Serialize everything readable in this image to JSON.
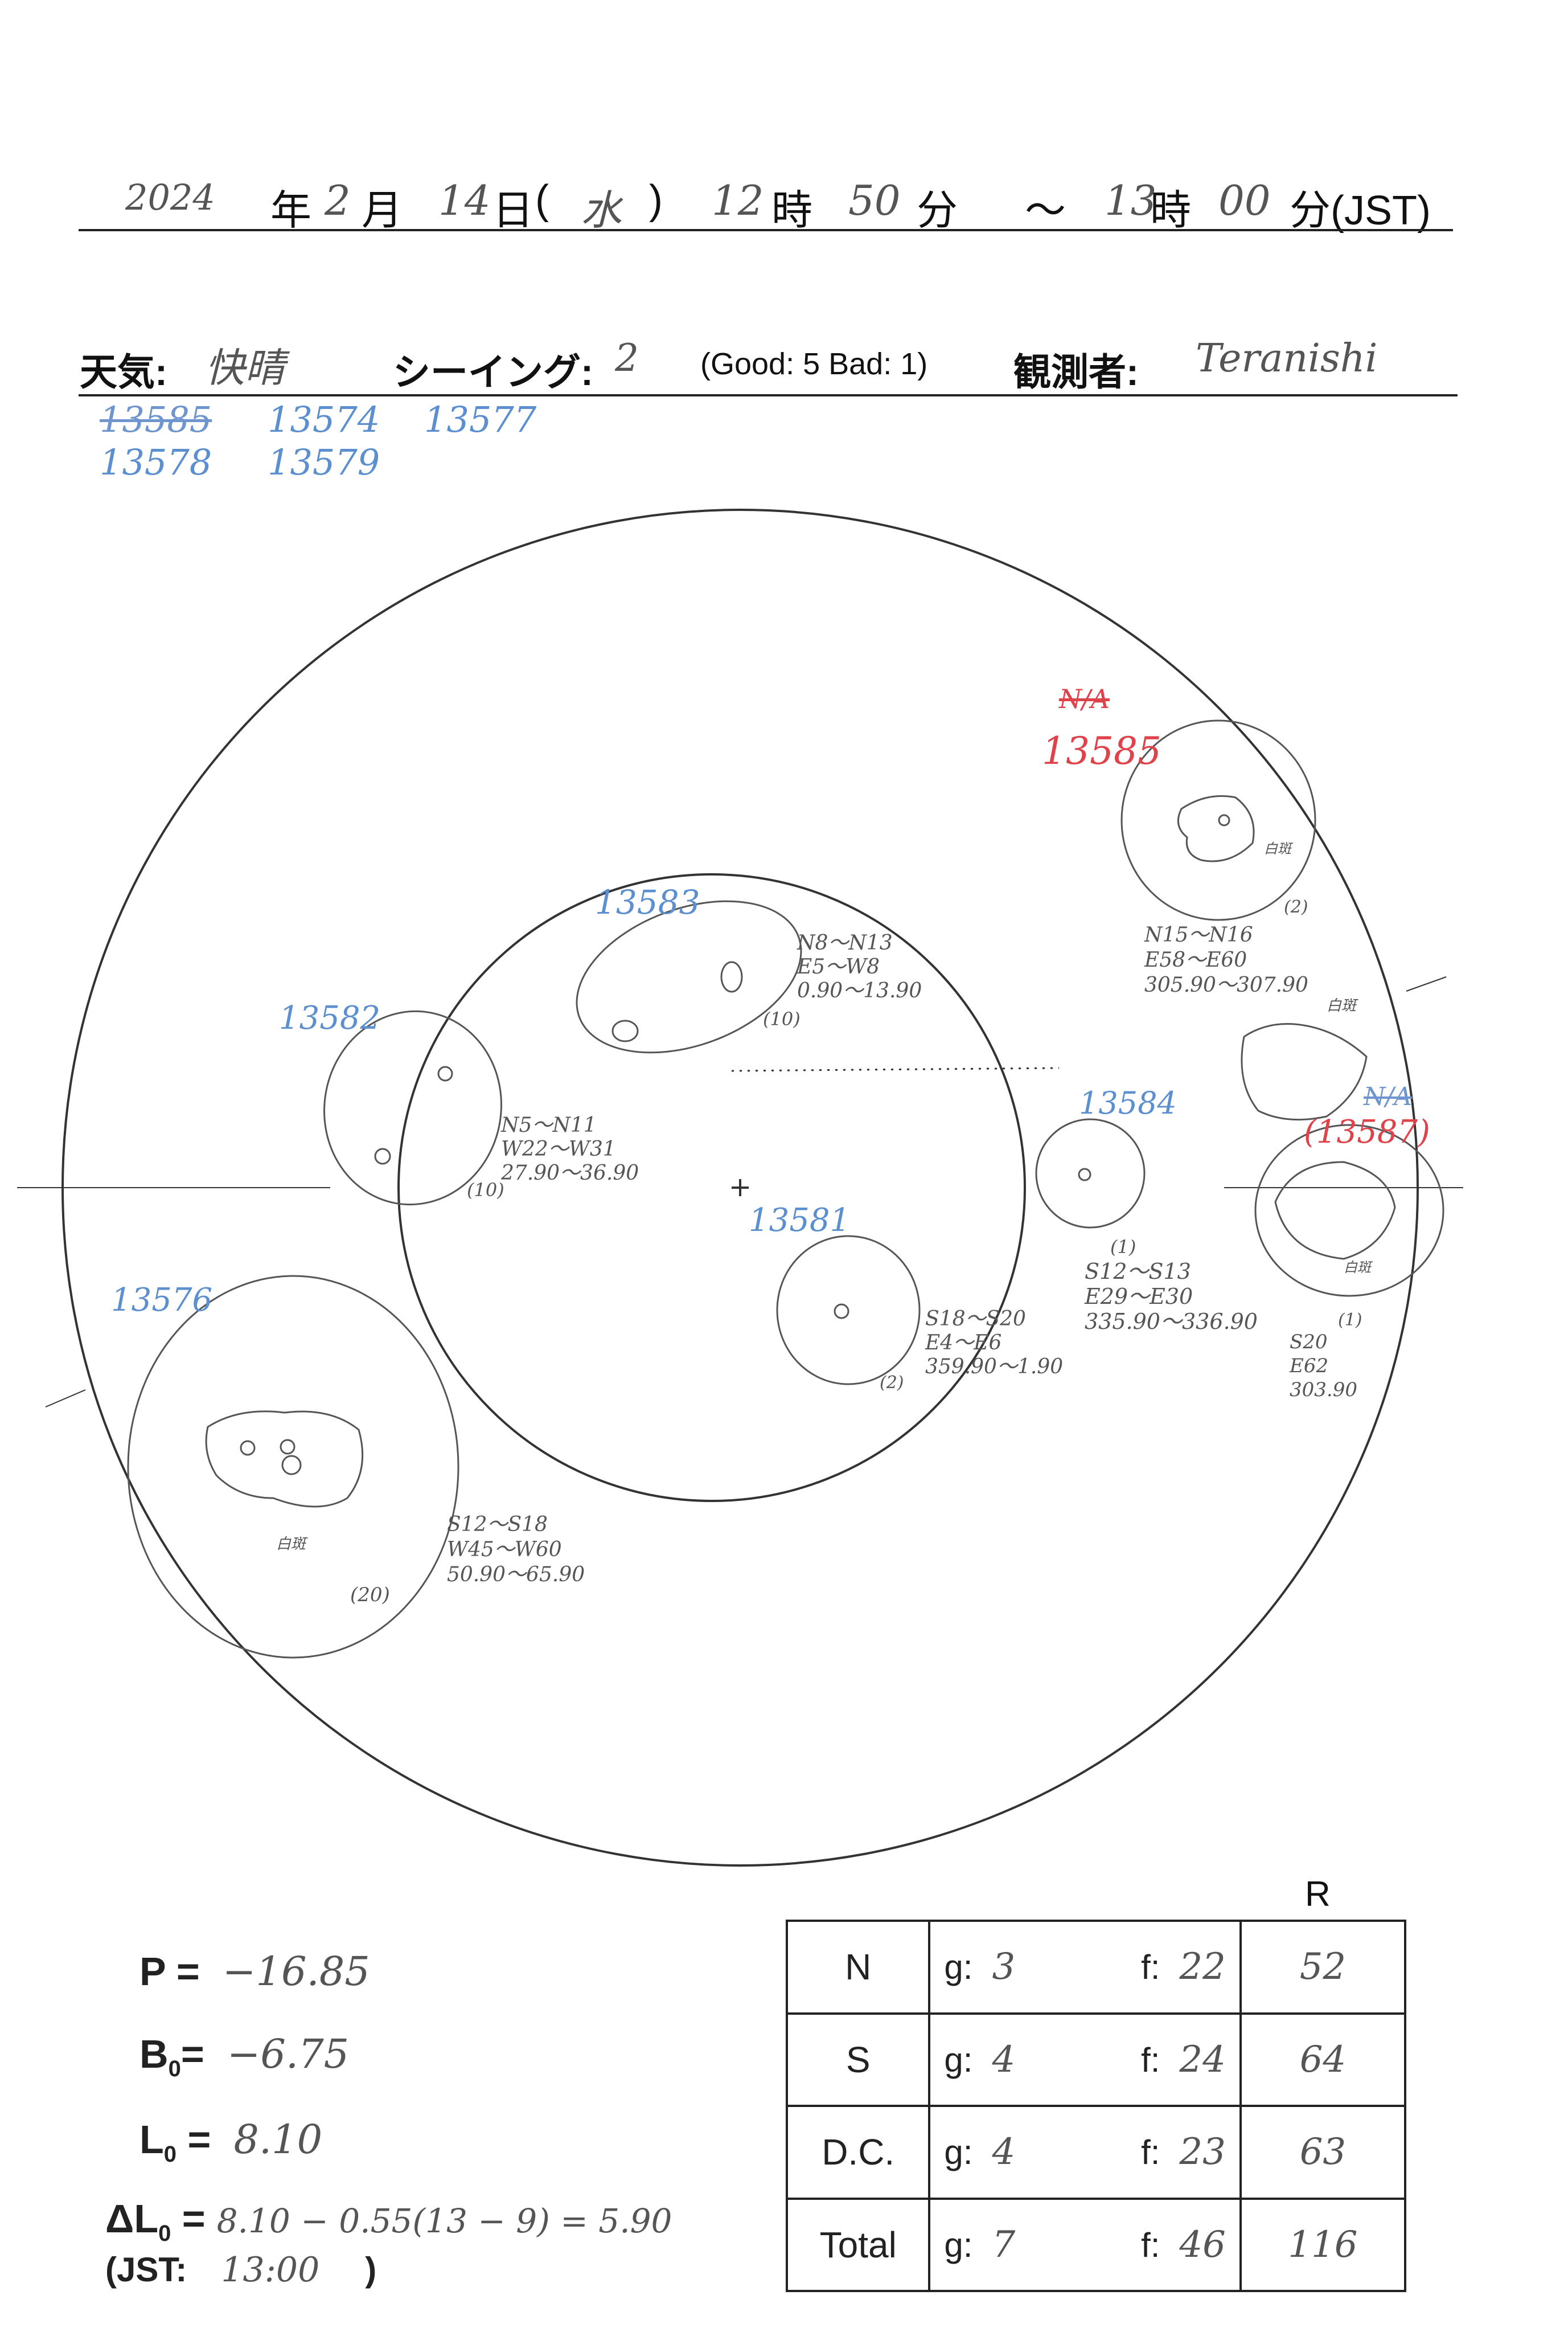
{
  "header": {
    "year": "2024",
    "year_label": "年",
    "month": "2",
    "month_label": "月",
    "day": "14",
    "day_label": "日",
    "weekday_open": "(",
    "weekday": "水",
    "weekday_close": ")",
    "start_hour": "12",
    "hour_label": "時",
    "start_min": "50",
    "min_label": "分",
    "tilde": "～",
    "end_hour": "13",
    "end_min": "00",
    "tz_label": "分(JST)"
  },
  "observation": {
    "weather_label": "天気:",
    "weather": "快晴",
    "seeing_label": "シーイング:",
    "seeing": "2",
    "seeing_scale": "(Good: 5  Bad: 1)",
    "observer_label": "観測者:",
    "observer": "Teranishi"
  },
  "regions_notes": {
    "struck": "13585",
    "row1": [
      "13574",
      "13577"
    ],
    "row2": [
      "13578",
      "13579"
    ]
  },
  "spots": [
    {
      "id": "13583",
      "coords": [
        "N8～N13",
        "E5～W8",
        "0.90～13.90"
      ],
      "count": "(10)"
    },
    {
      "id": "13582",
      "coords": [
        "N5～N11",
        "W22～W31",
        "27.90～36.90"
      ],
      "count": "(10)"
    },
    {
      "id": "13581",
      "coords": [
        "S18～S20",
        "E4～E6",
        "359.90～1.90"
      ],
      "count": "(2)"
    },
    {
      "id": "13584",
      "coords": [
        "S12～S13",
        "E29～E30",
        "335.90～336.90"
      ],
      "count": "(1)"
    },
    {
      "id": "13576",
      "coords": [
        "S12～S18",
        "W45～W60",
        "50.90～65.90"
      ],
      "count": "(20)",
      "tag": "白斑"
    },
    {
      "id": "13585",
      "coords": [
        "N15～N16",
        "E58～E60",
        "305.90～307.90"
      ],
      "count": "(2)",
      "struck": "N/A",
      "tag": "白斑"
    },
    {
      "id": "(13587)",
      "coords": [
        "S20",
        "E62",
        "303.90"
      ],
      "count": "(1)",
      "struck": "N/A",
      "tag": "白斑"
    }
  ],
  "faculae_label": "白斑",
  "params": {
    "P_label": "P =",
    "P": "−16.85",
    "B0_label": "B",
    "B0_sub": "0",
    "B0_eq": "=",
    "B0": "−6.75",
    "L0_label": "L",
    "L0_sub": "0",
    "L0_eq": " =",
    "L0": "8.10",
    "dL0_label": "ΔL",
    "dL0_sub": "0",
    "dL0_eq": " =",
    "dL0": "8.10 − 0.55(13 − 9) = 5.90",
    "jst_label": "(JST:",
    "jst": "13:00",
    "jst_close": ")"
  },
  "table": {
    "r_header": "R",
    "g_label": "g:",
    "f_label": "f:",
    "rows": [
      {
        "name": "N",
        "g": "3",
        "f": "22",
        "r": "52"
      },
      {
        "name": "S",
        "g": "4",
        "f": "24",
        "r": "64"
      },
      {
        "name": "D.C.",
        "g": "4",
        "f": "23",
        "r": "63"
      },
      {
        "name": "Total",
        "g": "7",
        "f": "46",
        "r": "116"
      }
    ]
  }
}
